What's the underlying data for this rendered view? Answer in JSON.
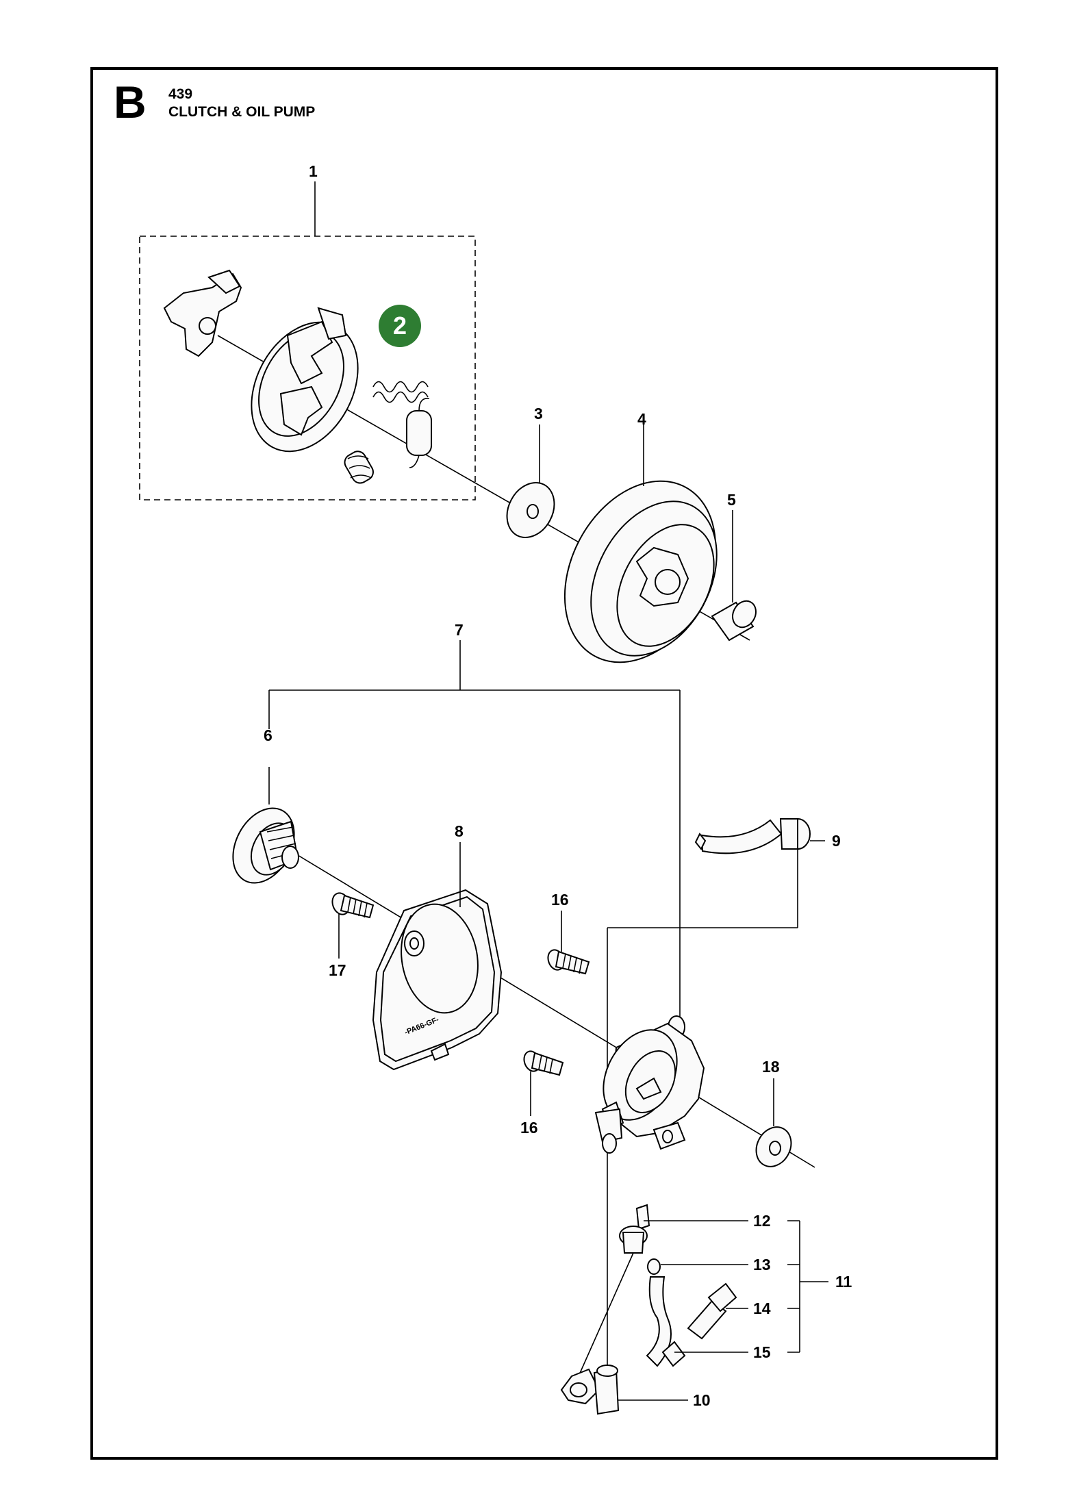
{
  "header": {
    "section_letter": "B",
    "model": "439",
    "title": "CLUTCH & OIL PUMP"
  },
  "badge": {
    "label": "2",
    "color": "#2e7d32"
  },
  "callouts": {
    "c1": "1",
    "c3": "3",
    "c4": "4",
    "c5": "5",
    "c6": "6",
    "c7": "7",
    "c8": "8",
    "c9": "9",
    "c10": "10",
    "c11": "11",
    "c12": "12",
    "c13": "13",
    "c14": "14",
    "c15": "15",
    "c16a": "16",
    "c16b": "16",
    "c17": "17",
    "c18": "18"
  },
  "part_markings": {
    "cover_text": "-PA66-GF-"
  }
}
